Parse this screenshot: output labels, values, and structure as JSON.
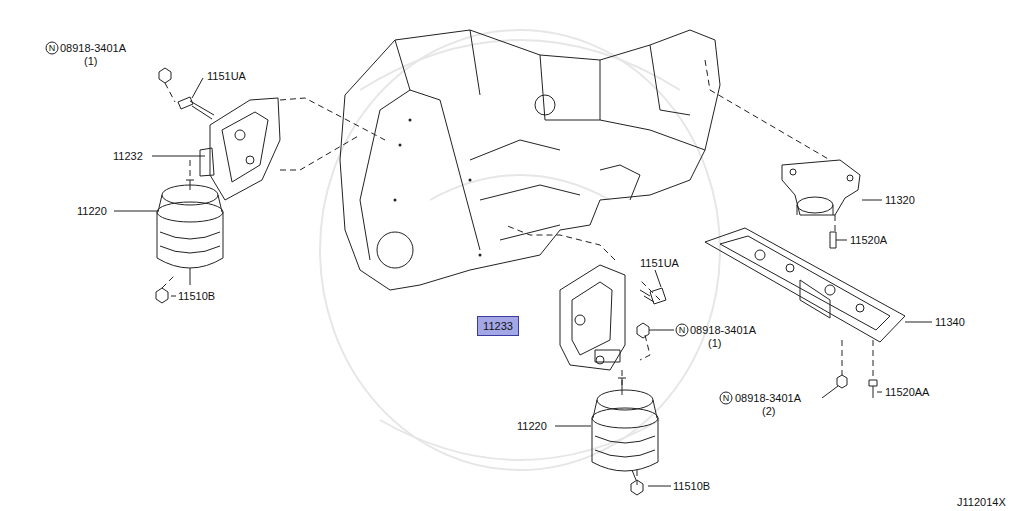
{
  "diagram": {
    "nodes": [
      {
        "text": [
          "11233"
        ]
      }
    ],
    "labels": [
      "N",
      "08918-3401A",
      "(1)",
      "1151UA",
      "11232",
      "11220",
      "11510B",
      "1151UA",
      "N",
      "08918-3401A",
      "(1)",
      "11220",
      "11510B",
      "11320",
      "11520A",
      "11340",
      "N",
      "08918-3401A",
      "(2)",
      "11520AA",
      "J112014X"
    ]
  }
}
